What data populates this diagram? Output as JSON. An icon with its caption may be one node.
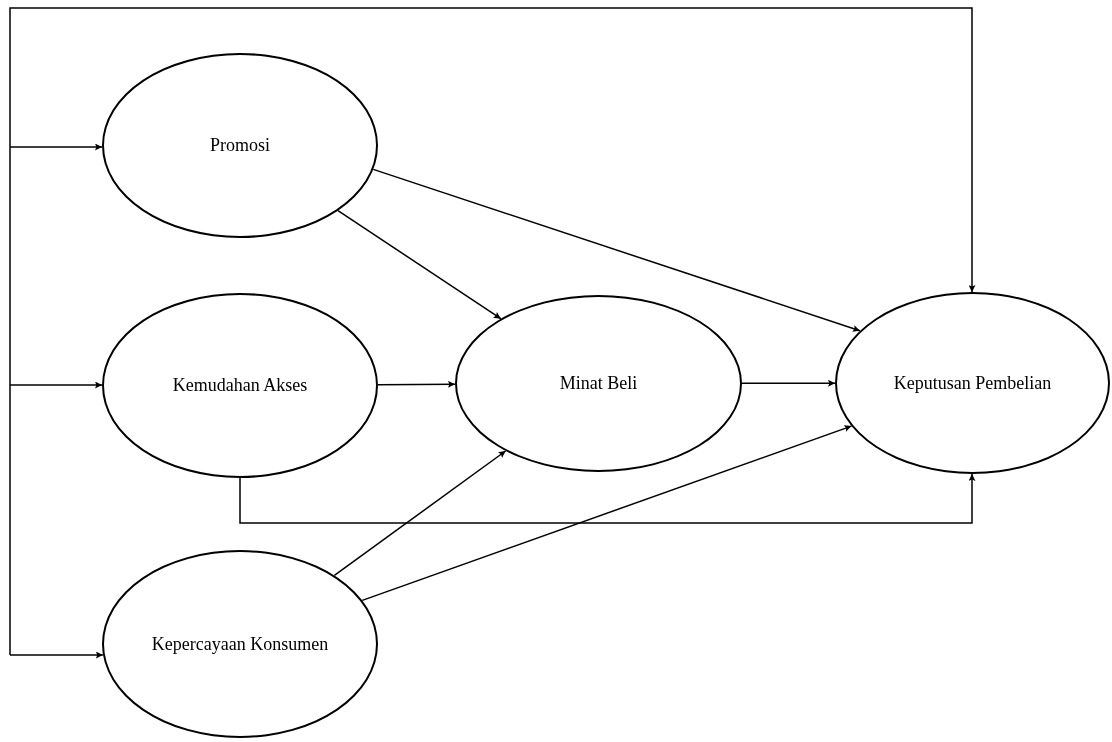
{
  "diagram": {
    "nodes": [
      {
        "text": [
          "Promosi"
        ]
      },
      {
        "text": [
          "Kemudahan Akses"
        ]
      },
      {
        "text": [
          "Kepercayaan Konsumen"
        ]
      },
      {
        "text": [
          "Minat Beli"
        ]
      },
      {
        "text": [
          "Keputusan Pembelian"
        ]
      }
    ],
    "edges": [
      {
        "from": null,
        "to": 0,
        "arrow": "to"
      },
      {
        "from": null,
        "to": 1,
        "arrow": "to"
      },
      {
        "from": null,
        "to": 2,
        "arrow": "to"
      },
      {
        "from": null,
        "to": 4,
        "arrow": "to"
      },
      {
        "from": 0,
        "to": 3,
        "arrow": "to"
      },
      {
        "from": 0,
        "to": 4,
        "arrow": "to"
      },
      {
        "from": 1,
        "to": 3,
        "arrow": "to"
      },
      {
        "from": 3,
        "to": 4,
        "arrow": "to"
      },
      {
        "from": 1,
        "to": 4,
        "arrow": "to"
      },
      {
        "from": 2,
        "to": 3,
        "arrow": "to"
      },
      {
        "from": 2,
        "to": 4,
        "arrow": "to"
      }
    ]
  }
}
